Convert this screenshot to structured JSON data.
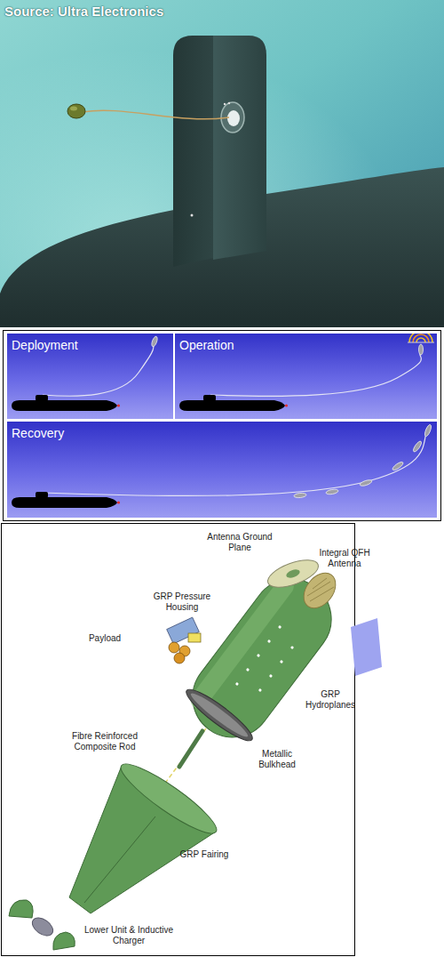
{
  "diagram": {
    "nodes": [
      {
        "text": [
          "Deployment"
        ]
      },
      {
        "text": [
          "Operation"
        ]
      },
      {
        "text": [
          "Recovery"
        ]
      }
    ],
    "labels": [
      "Source: Ultra Electronics",
      "Antenna Ground Plane",
      "Integral QFH Antenna",
      "GRP Pressure Housing",
      "Payload",
      "GRP Hydroplanes",
      "Fibre Reinforced Composite Rod",
      "Metallic Bulkhead",
      "GRP Fairing",
      "Lower Unit & Inductive Charger"
    ]
  }
}
